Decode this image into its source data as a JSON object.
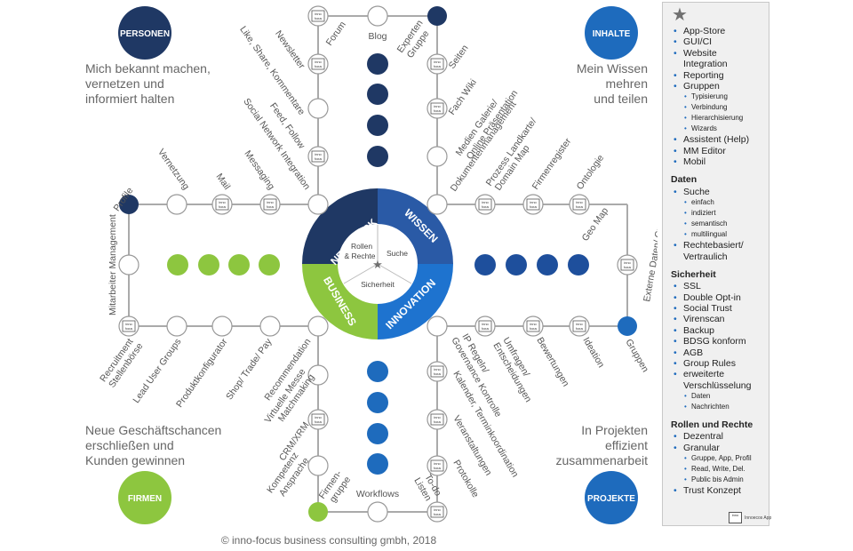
{
  "quadrants": {
    "personen": {
      "label": "PERSONEN",
      "desc": [
        "Mich bekannt machen,",
        "vernetzen und",
        "informiert halten"
      ]
    },
    "inhalte": {
      "label": "INHALTE",
      "desc": [
        "Mein Wissen",
        "mehren",
        "und teilen"
      ]
    },
    "firmen": {
      "label": "FIRMEN",
      "desc": [
        "Neue Geschäftschancen",
        "erschließen und",
        "Kunden gewinnen"
      ]
    },
    "projekte": {
      "label": "PROJEKTE",
      "desc": [
        "In Projekten",
        "effizient",
        "zusammenarbeit"
      ]
    }
  },
  "ring": {
    "segments": [
      "NETZWERK",
      "WISSEN",
      "INNOVATION",
      "BUSINESS"
    ],
    "inner": [
      "Rollen",
      "& Rechte",
      "Suche",
      "Sicherheit"
    ]
  },
  "nodes": {
    "forum": "Forum",
    "blog": "Blog",
    "experten_gruppe": [
      "Experten",
      "Gruppe"
    ],
    "newsletter": "Newsletter",
    "like_share": "Like, Share, Kommentare",
    "feed_follow": "Feed, Follow",
    "sn_integration": "Social Network Integration",
    "profile": "Profile",
    "vernetzung": "Vernetzung",
    "mail": "Mail",
    "messaging": "Messaging",
    "mitarbeiter_mgmt": "Mitarbeiter Management",
    "seiten": "Seiten",
    "fach_wiki": "Fach Wiki",
    "medien_galerie": [
      "Medien Galerie/",
      "Online Präsentation"
    ],
    "dok_mgmt": "Dokumentenmanagement",
    "prozess_landkarte": [
      "Prozess Landkarte/",
      "Domain Map"
    ],
    "firmenregister": "Firmenregister",
    "ontologie": "Ontologie",
    "geo_map": "Geo Map",
    "externe_daten": "Externe Daten/ Crawler",
    "recruitment": [
      "Recruitment",
      "Stellenbörse"
    ],
    "lead_user": "Lead User Groups",
    "produktkonfigurator": "Produktkonfigurator",
    "shop": "Shop/ Trade/ Pay",
    "recommendation": "Recommendation",
    "virtuelle_messe": [
      "Virtuelle Messe",
      "Matchmaking"
    ],
    "crm": "CRM/XRM",
    "kompetenz": [
      "Kompetenz",
      "Ansprache"
    ],
    "firmengruppe": [
      "Firmen-",
      "gruppe"
    ],
    "umfragen": [
      "Umfragen/",
      "Entscheidungen"
    ],
    "bewertungen": "Bewertungen",
    "ideation": "Ideation",
    "gruppen": "Gruppen",
    "ip_regeln": [
      "IP Regeln/",
      "Governance Kontrolle"
    ],
    "kalender": "Kalender, Terminkoordination",
    "veranstaltungen": "Veranstaltungen",
    "protokolle": "Protokolle",
    "todo_listen": [
      "To-do",
      "Listen"
    ],
    "workflows": "Workflows"
  },
  "app_icon_text": [
    "inno",
    "focus"
  ],
  "panel": {
    "items_top": [
      "App-Store",
      "GUI/CI",
      "Website Integration",
      "Reporting",
      "Gruppen"
    ],
    "gruppen_sub": [
      "Typisierung",
      "Verbindung",
      "Hierarchisierung",
      "Wizards"
    ],
    "items_top2": [
      "Assistent (Help)",
      "MM Editor",
      "Mobil"
    ],
    "daten_title": "Daten",
    "suche": "Suche",
    "suche_sub": [
      "einfach",
      "indiziert",
      "semantisch",
      "multilingual"
    ],
    "rechte": "Rechtebasiert/ Vertraulich",
    "sicherheit_title": "Sicherheit",
    "sicherheit_items": [
      "SSL",
      "Double Opt-in",
      "Social Trust",
      "Virenscan",
      "Backup",
      "BDSG konform",
      "AGB",
      "Group Rules",
      "erweiterte Verschlüsselung"
    ],
    "verschl_sub": [
      "Daten",
      "Nachrichten"
    ],
    "rollen_title": "Rollen und Rechte",
    "dezentral": "Dezentral",
    "granular": "Granular",
    "granular_sub": [
      "Gruppe, App, Profil",
      "Read, Write, Del.",
      "Public bis Admin"
    ],
    "trust": "Trust Konzept",
    "logo_label": "Innoecos App"
  },
  "footer": "© inno-focus business consulting gmbh, 2018",
  "colors": {
    "navy": "#1f3864",
    "blue": "#1e6bbd",
    "green": "#8dc63f",
    "line": "#aaaaaa"
  }
}
